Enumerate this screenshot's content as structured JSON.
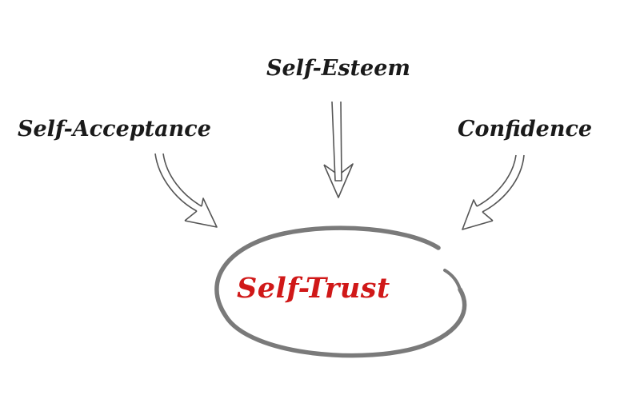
{
  "diagram": {
    "inputs": [
      {
        "id": "self-esteem",
        "label": "Self-Esteem"
      },
      {
        "id": "self-acceptance",
        "label": "Self-Acceptance"
      },
      {
        "id": "confidence",
        "label": "Confidence"
      }
    ],
    "center": {
      "label": "Self-Trust"
    },
    "colors": {
      "text": "#1a1a1a",
      "center_text": "#d01818",
      "arrow_stroke": "#555555",
      "ellipse_stroke": "#7a7a7a"
    }
  }
}
